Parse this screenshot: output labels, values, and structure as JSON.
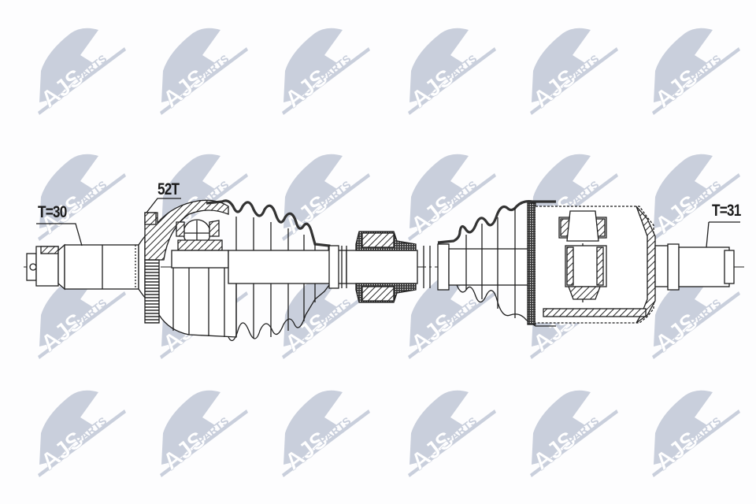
{
  "drawing": {
    "subject": "drive shaft (CV axle) technical drawing",
    "watermark": {
      "brand": "AJS",
      "subtext": "PARTS",
      "color": "#c9cfdc",
      "grid": {
        "columns": [
          40,
          195,
          350,
          510,
          665,
          820
        ],
        "rows": [
          30,
          190,
          340,
          490
        ]
      }
    },
    "labels": {
      "left_spline": "T=30",
      "abs_ring": "52T",
      "right_spline": "T=31"
    },
    "colors": {
      "line": "#1e1e1e",
      "hatch": "#2a2a2a",
      "background": "#fdfdfe"
    }
  }
}
